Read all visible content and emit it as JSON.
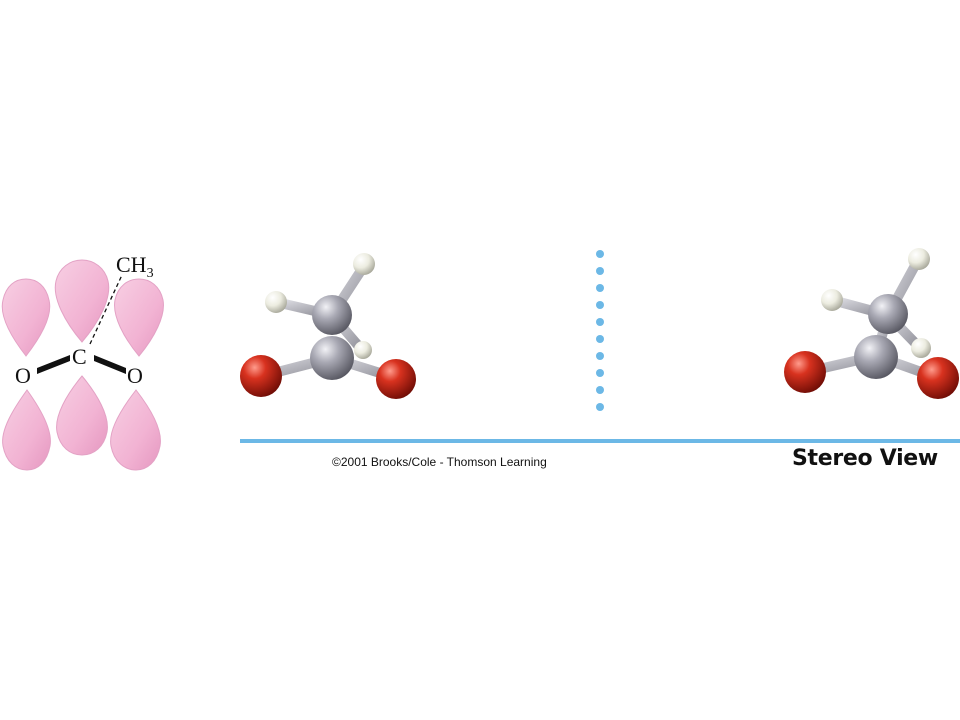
{
  "diagram": {
    "orbital_labels": {
      "methyl_prefix": "CH",
      "methyl_subscript": "3",
      "carbon": "C",
      "oxygen_left": "O",
      "oxygen_right": "O"
    },
    "copyright": "©2001 Brooks/Cole - Thomson Learning",
    "stereo_label": "Stereo View",
    "colors": {
      "orbital_lobe": "#f2b3d3",
      "divider": "#6cb8e6",
      "carbon_atom": "#9a9aa6",
      "oxygen_atom": "#c8251a",
      "hydrogen_atom": "#e6e6d8",
      "bond": "#b9b9bf"
    },
    "icons": [
      "p-orbital-lobe-icon",
      "carbon-atom-icon",
      "oxygen-atom-icon",
      "hydrogen-atom-icon"
    ]
  }
}
